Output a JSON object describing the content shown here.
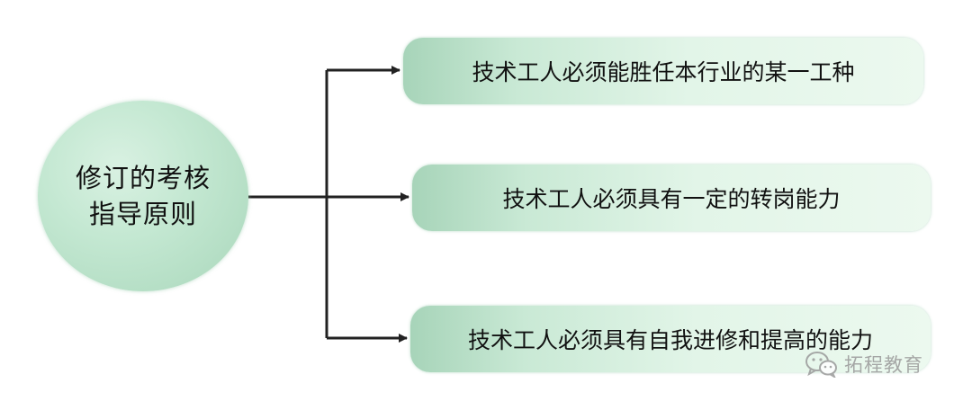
{
  "diagram": {
    "root": {
      "label_line1": "修订的考核",
      "label_line2": "指导原则"
    },
    "branches": [
      {
        "label": "技术工人必须能胜任本行业的某一工种"
      },
      {
        "label": "技术工人必须具有一定的转岗能力"
      },
      {
        "label": "技术工人必须具有自我进修和提高的能力"
      }
    ]
  },
  "watermark": {
    "icon": "wechat-icon",
    "text": "拓程教育"
  },
  "colors": {
    "node_fill": "#c4e8d2",
    "node_gradient_start": "#a7d4b9",
    "connector": "#222222",
    "text": "#111111",
    "watermark": "#9a9a9a"
  }
}
